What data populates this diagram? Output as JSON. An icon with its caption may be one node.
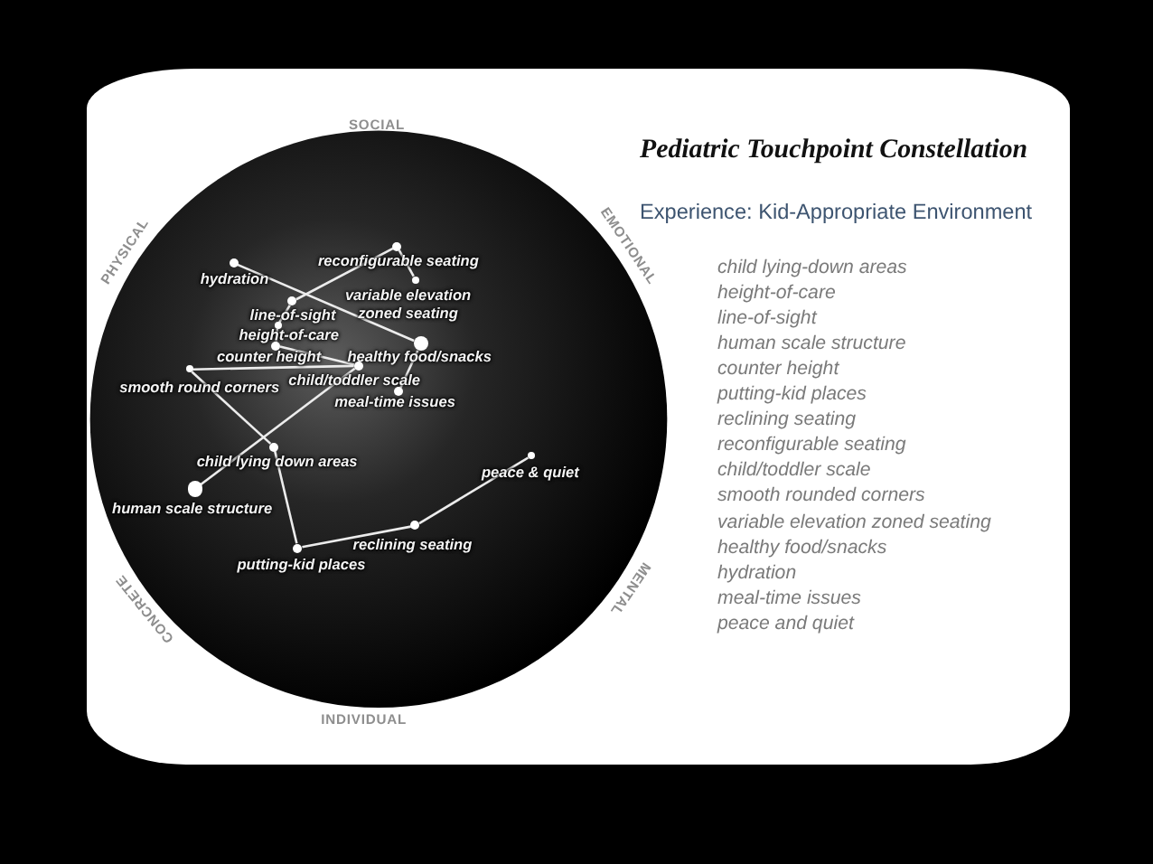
{
  "diagram": {
    "title": "Pediatric Touchpoint Constellation",
    "nodes": [
      {
        "text": [],
        "shape": "circle",
        "beside": [
          "reconfigurable seating"
        ]
      },
      {
        "text": [],
        "shape": "circle",
        "beside": [
          "hydration"
        ]
      },
      {
        "text": [],
        "shape": "circle",
        "beside": [
          "variable elevation zoned seating"
        ]
      },
      {
        "text": [],
        "shape": "circle",
        "beside": [
          "line-of-sight"
        ]
      },
      {
        "text": [],
        "shape": "circle",
        "beside": [
          "height-of-care"
        ]
      },
      {
        "text": [],
        "shape": "circle",
        "beside": [
          "counter height"
        ]
      },
      {
        "text": [],
        "shape": "circle",
        "beside": [
          "healthy food/snacks"
        ]
      },
      {
        "text": [],
        "shape": "circle",
        "beside": [
          "smooth round corners"
        ]
      },
      {
        "text": [],
        "shape": "circle",
        "beside": [
          "child/toddler scale"
        ]
      },
      {
        "text": [],
        "shape": "circle",
        "beside": [
          "meal-time issues"
        ]
      },
      {
        "text": [],
        "shape": "circle",
        "beside": [
          "child lying down areas"
        ]
      },
      {
        "text": [],
        "shape": "circle",
        "beside": [
          "peace & quiet"
        ]
      },
      {
        "text": [],
        "shape": "circle",
        "beside": [
          "human scale structure"
        ]
      },
      {
        "text": [],
        "shape": "circle",
        "beside": [
          "reclining seating"
        ]
      },
      {
        "text": [],
        "shape": "circle",
        "beside": [
          "putting-kid places"
        ]
      }
    ],
    "edges": [
      {
        "from": 1,
        "to": 6,
        "arrow": "none"
      },
      {
        "from": 6,
        "to": 9,
        "arrow": "none"
      },
      {
        "from": 0,
        "to": 2,
        "arrow": "none"
      },
      {
        "from": 0,
        "to": 3,
        "arrow": "none"
      },
      {
        "from": 3,
        "to": 4,
        "arrow": "none"
      },
      {
        "from": 4,
        "to": 5,
        "arrow": "none"
      },
      {
        "from": 5,
        "to": 8,
        "arrow": "none"
      },
      {
        "from": 7,
        "to": 8,
        "arrow": "none"
      },
      {
        "from": 8,
        "to": 12,
        "arrow": "none"
      },
      {
        "from": 7,
        "to": 10,
        "arrow": "none"
      },
      {
        "from": 10,
        "to": 14,
        "arrow": "none"
      },
      {
        "from": 14,
        "to": 13,
        "arrow": "none"
      },
      {
        "from": 13,
        "to": 11,
        "arrow": "none"
      }
    ],
    "labels": [
      "SOCIAL",
      "PHYSICAL",
      "EMOTIONAL",
      "MENTAL",
      "CONCRETE",
      "INDIVIDUAL",
      "Experience: Kid-Appropriate Environment",
      "child lying-down areas",
      "height-of-care",
      "line-of-sight",
      "human scale structure",
      "counter height",
      "putting-kid places",
      "reclining seating",
      "reconfigurable seating",
      "child/toddler scale",
      "smooth rounded corners",
      "variable elevation zoned seating",
      "healthy food/snacks",
      "hydration",
      "meal-time issues",
      "peace and quiet"
    ]
  }
}
